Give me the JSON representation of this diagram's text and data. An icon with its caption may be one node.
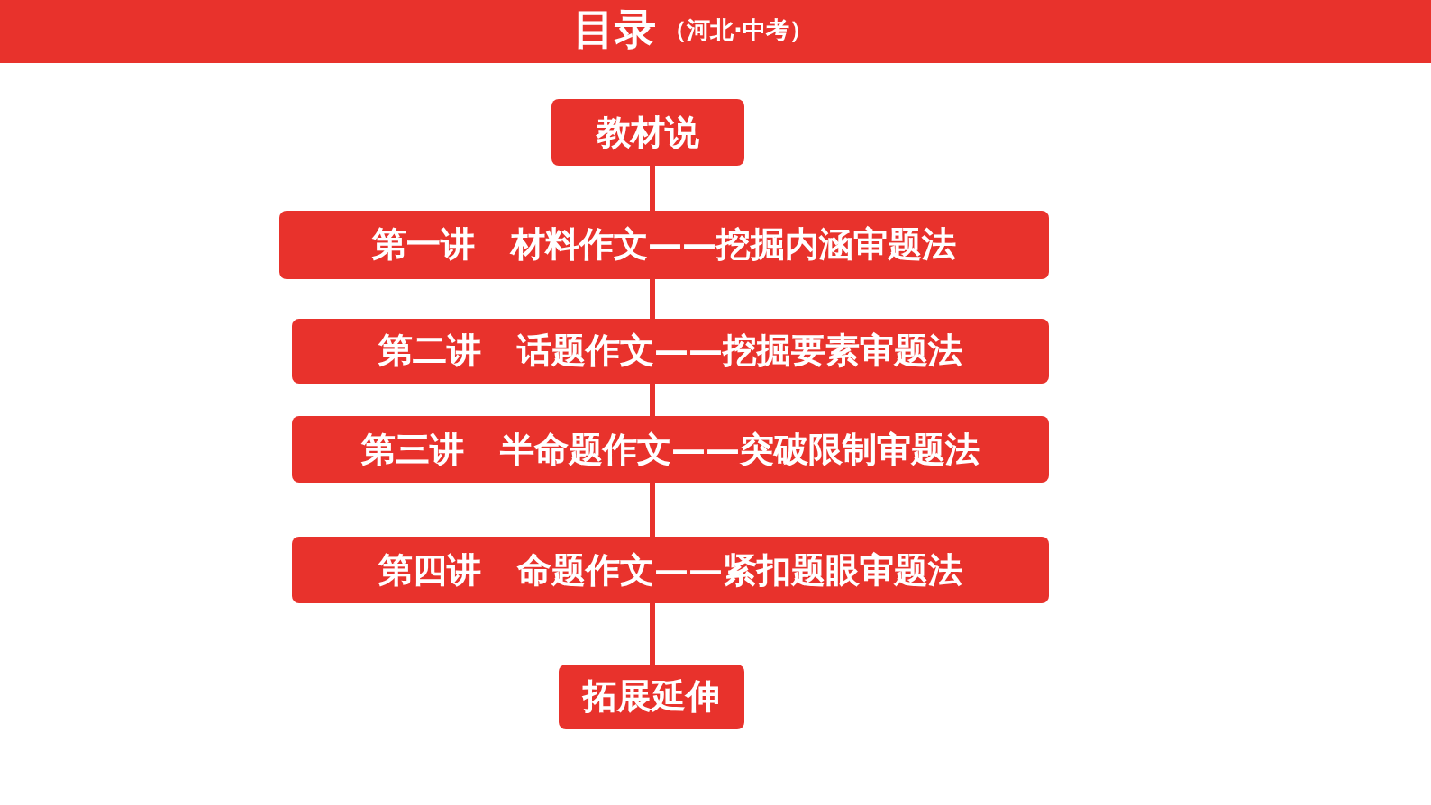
{
  "diagram": {
    "title": "目录",
    "labels": [
      "（河北·中考）"
    ],
    "nodes": [
      {
        "text": [
          "教材说"
        ]
      },
      {
        "text": [
          "第一讲 材料作文——挖掘内涵审题法"
        ]
      },
      {
        "text": [
          "第二讲 话题作文——挖掘要素审题法"
        ]
      },
      {
        "text": [
          "第三讲 半命题作文——突破限制审题法"
        ]
      },
      {
        "text": [
          "第四讲 命题作文——紧扣题眼审题法"
        ]
      },
      {
        "text": [
          "拓展延伸"
        ]
      }
    ],
    "edges": [
      {
        "from": 0,
        "to": 1,
        "arrow": "none"
      },
      {
        "from": 1,
        "to": 2,
        "arrow": "none"
      },
      {
        "from": 2,
        "to": 3,
        "arrow": "none"
      },
      {
        "from": 3,
        "to": 4,
        "arrow": "none"
      },
      {
        "from": 4,
        "to": 5,
        "arrow": "none"
      }
    ]
  }
}
